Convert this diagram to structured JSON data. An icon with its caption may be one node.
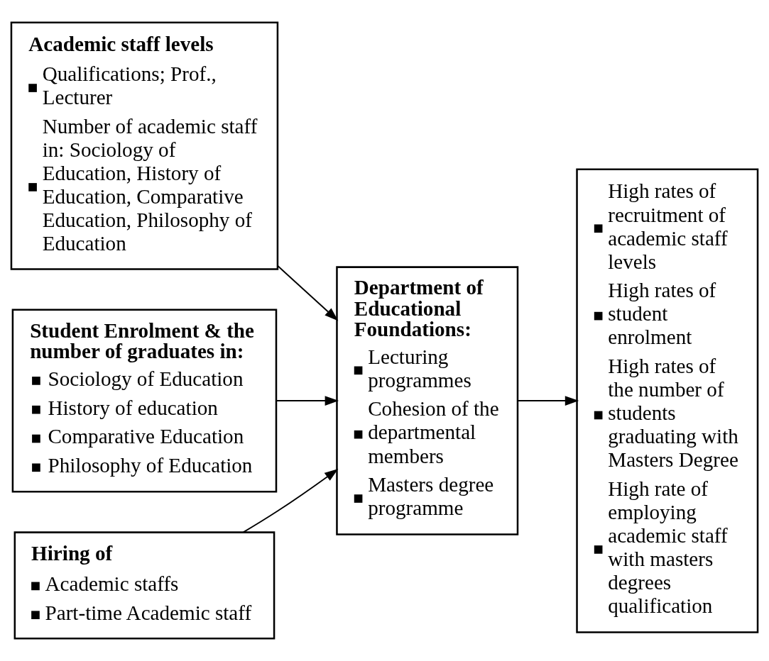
{
  "diagram": {
    "nodes": [
      {
        "text": [
          "Academic staff levels",
          "Qualifications; Prof., Lecturer",
          "Number of academic staff in: Sociology of Education, History of Education, Comparative Education, Philosophy of Education"
        ]
      },
      {
        "text": [
          "Student Enrolment & the number of graduates in:",
          "Sociology of Education",
          "History of education",
          "Comparative Education",
          "Philosophy of Education"
        ]
      },
      {
        "text": [
          "Hiring of",
          "Academic staffs",
          "Part-time Academic staff"
        ]
      },
      {
        "text": [
          "Department of Educational Foundations:",
          "Lecturing programmes",
          "Cohesion of the departmental members",
          "Masters degree programme"
        ]
      },
      {
        "text": [
          "High rates of recruitment of academic staff levels",
          "High rates of student enrolment",
          "High rates of the number of students graduating with Masters Degree",
          "High rate of employing academic staff with masters degrees qualification"
        ]
      }
    ],
    "edges": [
      {
        "from": 0,
        "to": 3,
        "arrow": "to"
      },
      {
        "from": 1,
        "to": 3,
        "arrow": "to"
      },
      {
        "from": 2,
        "to": 3,
        "arrow": "to"
      },
      {
        "from": 3,
        "to": 4,
        "arrow": "to"
      }
    ]
  }
}
